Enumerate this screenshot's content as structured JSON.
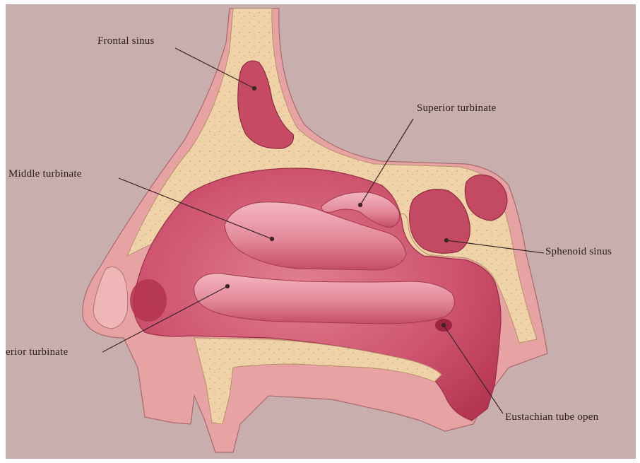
{
  "labels": {
    "frontal_sinus": "Frontal sinus",
    "superior_turbinate": "Superior turbinate",
    "middle_turbinate": "Middle turbinate",
    "sphenoid_sinus": "Sphenoid sinus",
    "inferior_turbinate": "erior turbinate",
    "eustachian_tube": "Eustachian tube open"
  },
  "colors": {
    "background": "#c9aeae",
    "bone": "#efd2a8",
    "skin": "#e7a2a3",
    "cavity": "#c4465f",
    "mucosa": "#d7697d",
    "leader": "#3a2626"
  }
}
